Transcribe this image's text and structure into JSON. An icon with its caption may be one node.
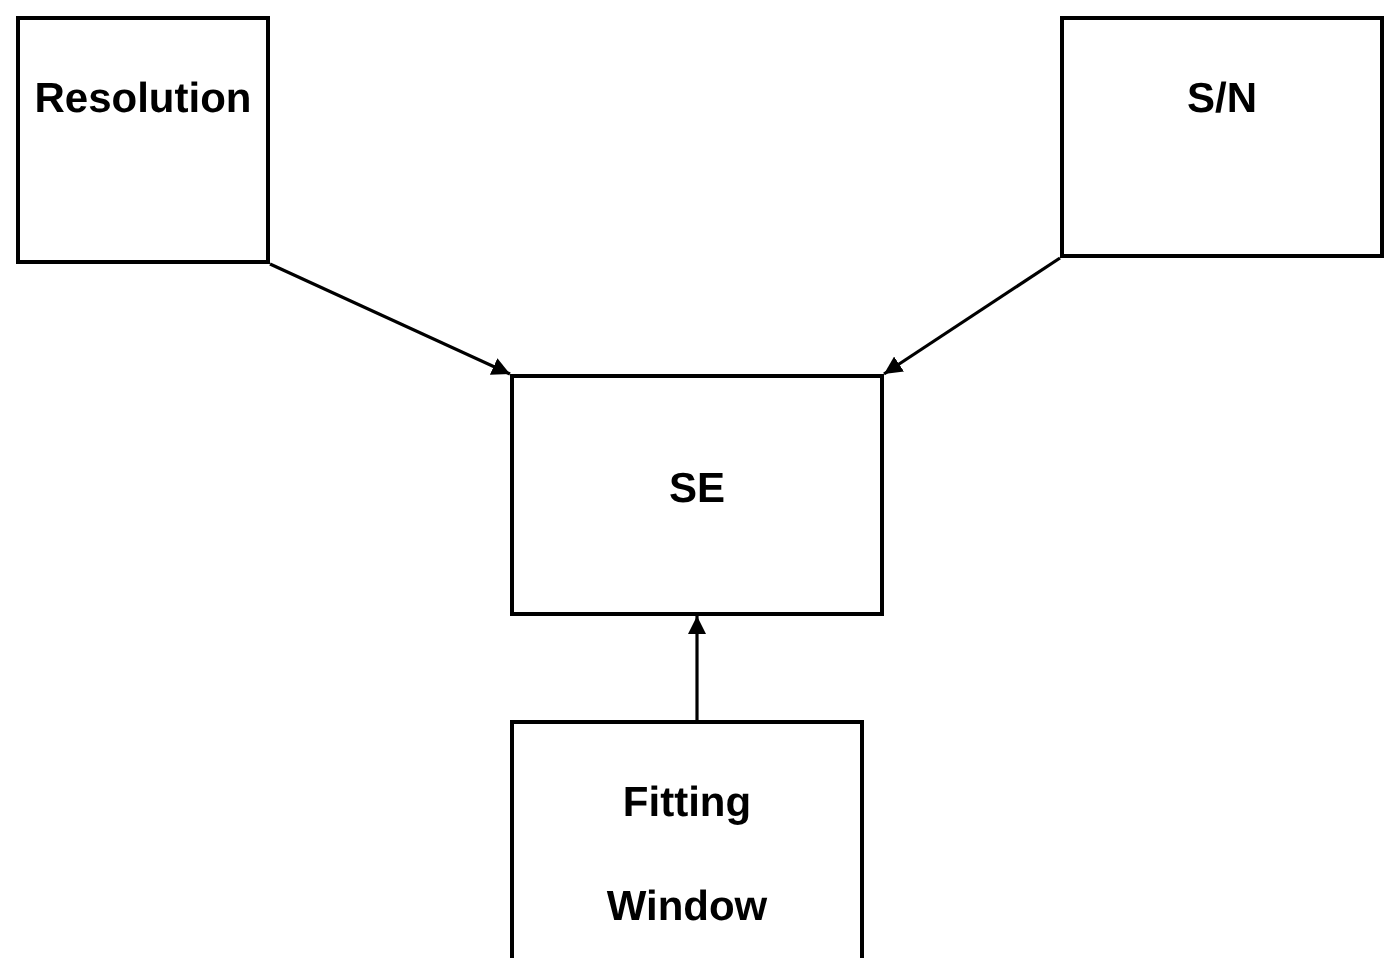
{
  "diagram": {
    "nodes": [
      {
        "text": [
          "Resolution"
        ]
      },
      {
        "text": [
          "S/N"
        ]
      },
      {
        "text": [
          "SE"
        ]
      },
      {
        "text": [
          "Fitting Window"
        ]
      }
    ],
    "edges": [
      {
        "from": 0,
        "to": 2,
        "arrow": "to"
      },
      {
        "from": 1,
        "to": 2,
        "arrow": "to"
      },
      {
        "from": 3,
        "to": 2,
        "arrow": "to"
      }
    ]
  }
}
